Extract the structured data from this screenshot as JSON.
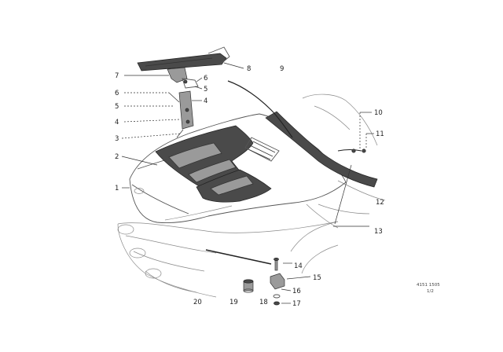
{
  "diagram": {
    "reference_code": "4151 1505",
    "sheet_mark": "1/2",
    "callouts": [
      {
        "id": "c1",
        "text": "1"
      },
      {
        "id": "c2",
        "text": "2"
      },
      {
        "id": "c3",
        "text": "3"
      },
      {
        "id": "c4l",
        "text": "4"
      },
      {
        "id": "c5l",
        "text": "5"
      },
      {
        "id": "c6l",
        "text": "6"
      },
      {
        "id": "c7",
        "text": "7"
      },
      {
        "id": "c8",
        "text": "8"
      },
      {
        "id": "c6r",
        "text": "6"
      },
      {
        "id": "c5r",
        "text": "5"
      },
      {
        "id": "c4r",
        "text": "4"
      },
      {
        "id": "c9",
        "text": "9"
      },
      {
        "id": "c10",
        "text": "10"
      },
      {
        "id": "c11",
        "text": "11"
      },
      {
        "id": "c12",
        "text": "12"
      },
      {
        "id": "c13",
        "text": "13"
      },
      {
        "id": "c14",
        "text": "14"
      },
      {
        "id": "c15",
        "text": "15"
      },
      {
        "id": "c16",
        "text": "16"
      },
      {
        "id": "c17",
        "text": "17"
      },
      {
        "id": "c18",
        "text": "18"
      },
      {
        "id": "c19",
        "text": "19"
      },
      {
        "id": "c20",
        "text": "20"
      }
    ]
  }
}
